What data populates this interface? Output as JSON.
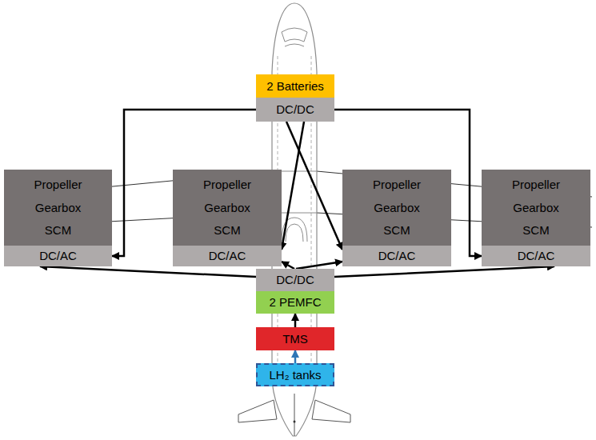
{
  "diagram": {
    "nodes": [
      {
        "text": [
          "2 Batteries"
        ]
      },
      {
        "text": [
          "DC/DC"
        ]
      },
      {
        "text": [
          "Propeller",
          "Gearbox",
          "SCM"
        ]
      },
      {
        "text": [
          "DC/AC"
        ]
      },
      {
        "text": [
          "Propeller",
          "Gearbox",
          "SCM"
        ]
      },
      {
        "text": [
          "DC/AC"
        ]
      },
      {
        "text": [
          "Propeller",
          "Gearbox",
          "SCM"
        ]
      },
      {
        "text": [
          "DC/AC"
        ]
      },
      {
        "text": [
          "Propeller",
          "Gearbox",
          "SCM"
        ]
      },
      {
        "text": [
          "DC/AC"
        ]
      },
      {
        "text": [
          "DC/DC"
        ]
      },
      {
        "text": [
          "2 PEMFC"
        ]
      },
      {
        "text": [
          "TMS"
        ]
      },
      {
        "text": [
          "LH₂ tanks"
        ]
      }
    ],
    "edges": [
      {
        "from": 1,
        "to": 3,
        "arrow": "to"
      },
      {
        "from": 1,
        "to": 5,
        "arrow": "to"
      },
      {
        "from": 1,
        "to": 7,
        "arrow": "to"
      },
      {
        "from": 1,
        "to": 9,
        "arrow": "to"
      },
      {
        "from": 10,
        "to": 3,
        "arrow": "to"
      },
      {
        "from": 10,
        "to": 5,
        "arrow": "to"
      },
      {
        "from": 10,
        "to": 7,
        "arrow": "to"
      },
      {
        "from": 10,
        "to": 9,
        "arrow": "to"
      },
      {
        "from": 12,
        "to": 11,
        "arrow": "to"
      },
      {
        "from": 13,
        "to": 12,
        "arrow": "to"
      }
    ]
  }
}
